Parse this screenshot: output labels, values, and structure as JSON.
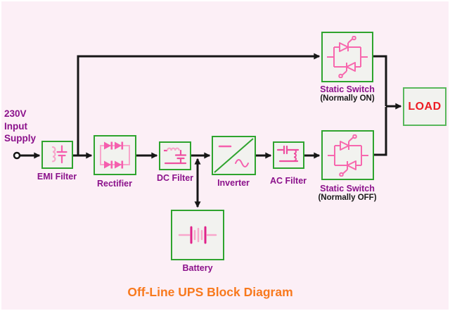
{
  "title": {
    "text": "Off-Line UPS Block Diagram"
  },
  "source": {
    "lines": [
      "230V",
      "Input",
      "Supply"
    ]
  },
  "blocks": {
    "emi_filter": {
      "label": "EMI Filter"
    },
    "rectifier": {
      "label": "Rectifier"
    },
    "dc_filter": {
      "label": "DC Filter"
    },
    "inverter": {
      "label": "Inverter"
    },
    "ac_filter": {
      "label": "AC Filter"
    },
    "static_switch_on": {
      "label": "Static Switch",
      "mode": "(Normally ON)"
    },
    "static_switch_off": {
      "label": "Static Switch",
      "mode": "(Normally OFF)"
    },
    "battery": {
      "label": "Battery"
    },
    "load": {
      "label": "LOAD"
    }
  },
  "colors": {
    "background": "#FCEFF6",
    "box_border_green": "#2EA42E",
    "box_fill": "#F2F2EF",
    "wire_black": "#161616",
    "symbol_pink": "#F55FAE",
    "symbol_pink_light": "#F8A6CB",
    "symbol_magenta": "#E0218A",
    "label_purple": "#8B118B",
    "sublabel_black": "#1A1A1A",
    "load_red": "#ED1C24",
    "title_orange": "#F8791D"
  }
}
